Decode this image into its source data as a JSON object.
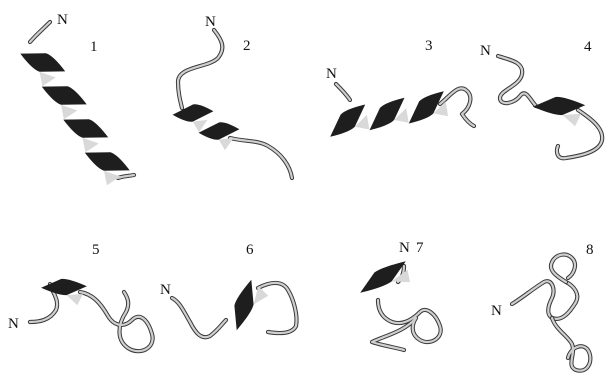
{
  "colors": {
    "background": "#ffffff",
    "helix_dark": "#1e1e1e",
    "helix_light": "#d9d9d9",
    "coil": "#bdbdbd",
    "label": "#111111"
  },
  "structures": [
    {
      "number": "1",
      "terminus": "N",
      "helix_turns": 4
    },
    {
      "number": "2",
      "terminus": "N",
      "helix_turns": 2
    },
    {
      "number": "3",
      "terminus": "N",
      "helix_turns": 3
    },
    {
      "number": "4",
      "terminus": "N",
      "helix_turns": 1
    },
    {
      "number": "5",
      "terminus": "N",
      "helix_turns": 1
    },
    {
      "number": "6",
      "terminus": "N",
      "helix_turns": 1
    },
    {
      "number": "7",
      "terminus": "N",
      "helix_turns": 1
    },
    {
      "number": "8",
      "terminus": "N",
      "helix_turns": 0
    }
  ]
}
